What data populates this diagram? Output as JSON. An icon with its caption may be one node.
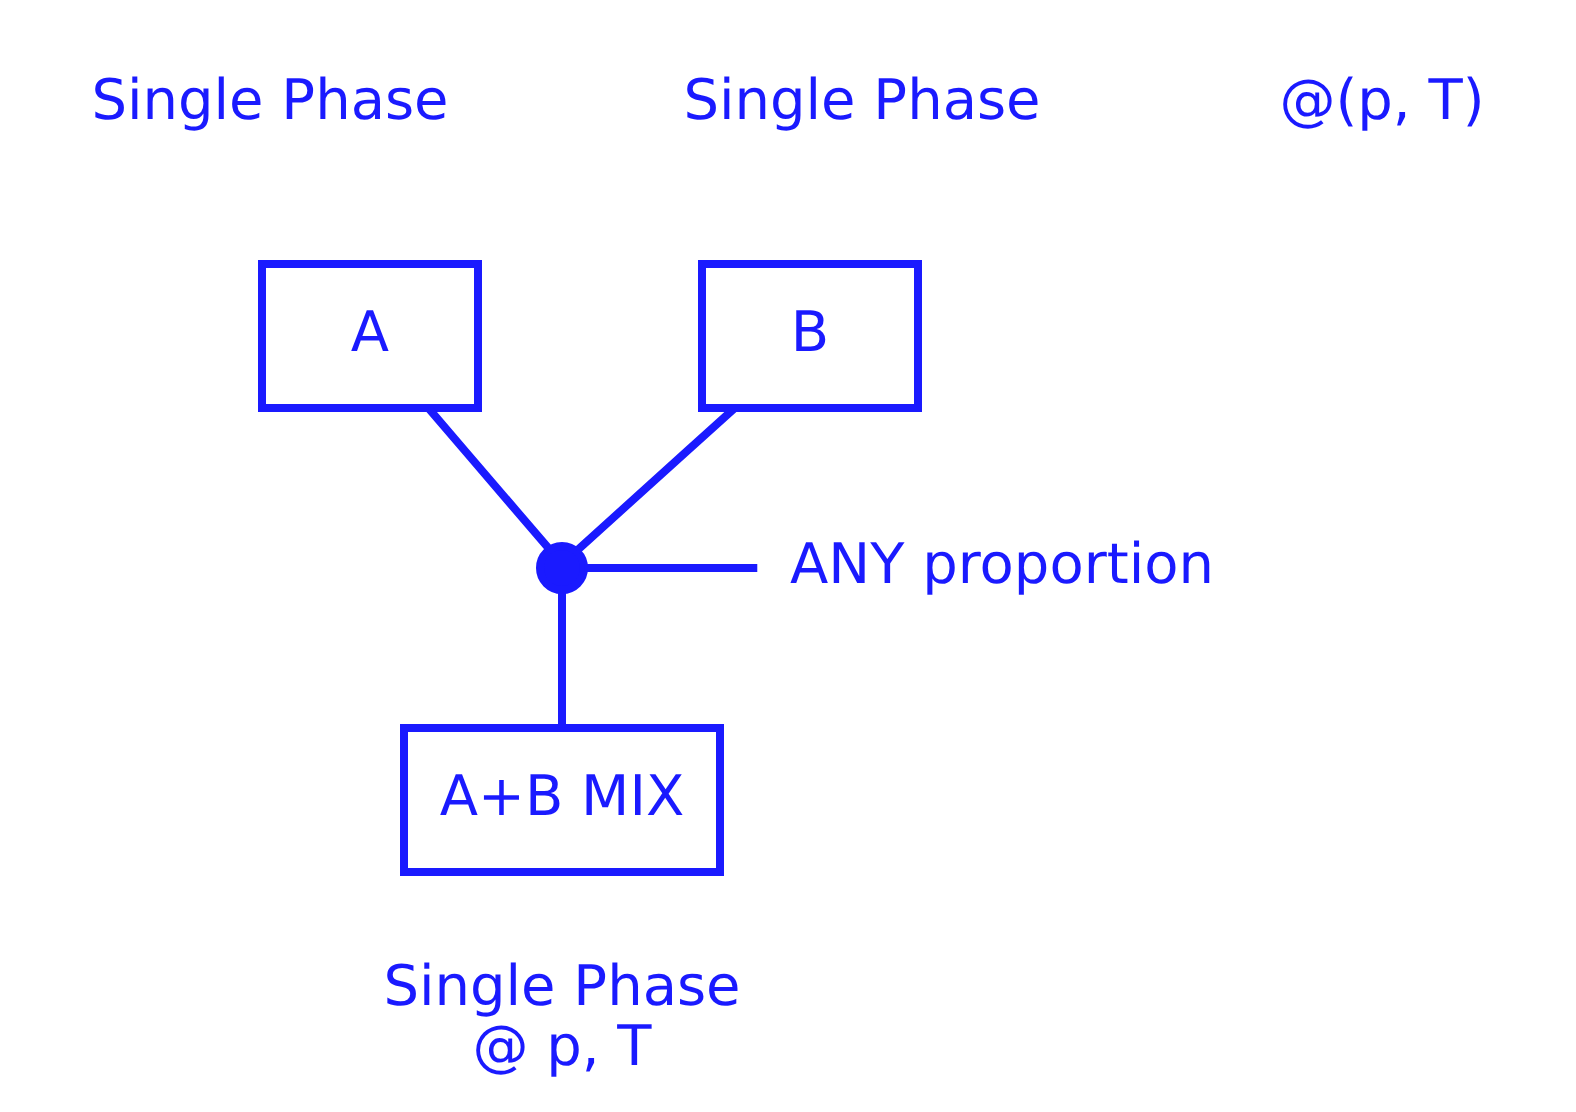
{
  "diagram": {
    "nodes": [
      {
        "text": [
          "A"
        ]
      },
      {
        "text": [
          "B"
        ]
      },
      {
        "text": [],
        "shape": "circle"
      },
      {
        "text": [
          "ANY proportion"
        ]
      },
      {
        "text": [
          "A+B MIX"
        ],
        "beside": [
          "Single Phase",
          "@ p, T"
        ]
      }
    ],
    "edges": [
      {
        "from": 0,
        "to": 2,
        "arrow": "none"
      },
      {
        "from": 1,
        "to": 2,
        "arrow": "none"
      },
      {
        "from": 3,
        "to": 2,
        "arrow": "none"
      },
      {
        "from": 2,
        "to": 4,
        "arrow": "none"
      }
    ],
    "labels": [
      "Single Phase",
      "Single Phase",
      "@(p, T)"
    ]
  }
}
